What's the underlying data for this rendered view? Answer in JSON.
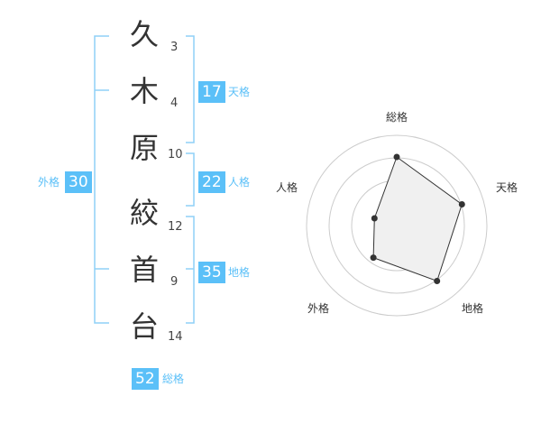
{
  "name_characters": [
    {
      "char": "久",
      "strokes": "3"
    },
    {
      "char": "木",
      "strokes": "4"
    },
    {
      "char": "原",
      "strokes": "10"
    },
    {
      "char": "絞",
      "strokes": "12"
    },
    {
      "char": "首",
      "strokes": "9"
    },
    {
      "char": "台",
      "strokes": "14"
    }
  ],
  "kaku": {
    "tenkaku": {
      "label": "天格",
      "value": "17"
    },
    "jinkaku": {
      "label": "人格",
      "value": "22"
    },
    "chikaku": {
      "label": "地格",
      "value": "35"
    },
    "gaikaku": {
      "label": "外格",
      "value": "30"
    },
    "soukaku": {
      "label": "総格",
      "value": "52"
    }
  },
  "radar": {
    "axes": [
      "総格",
      "天格",
      "地格",
      "外格",
      "人格"
    ],
    "levels": [
      3.8,
      3.8,
      3.8,
      2.2,
      1.3
    ],
    "max": 5,
    "rings": 4,
    "fill_color": "#f0f0f0",
    "line_color": "#333333",
    "grid_color": "#cccccc"
  },
  "colors": {
    "accent": "#5bc0f8",
    "bracket": "#8fd0f7",
    "text": "#333333"
  }
}
